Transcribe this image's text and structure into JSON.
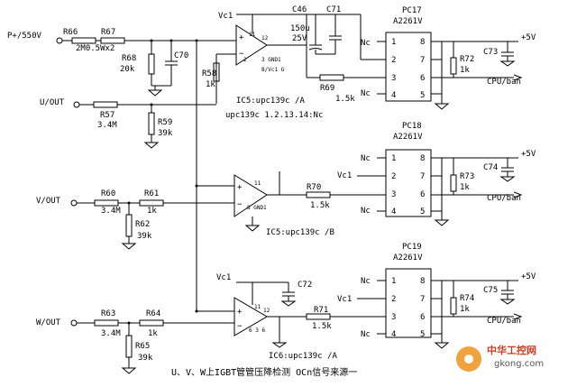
{
  "nets": {
    "p_input": "P+/550V",
    "vc1": "Vc1",
    "plus5v": "+5V",
    "nc": "Nc",
    "u_out": "U/OUT",
    "v_out": "V/OUT",
    "w_out": "W/OUT",
    "cpu_ban": "CPU/ban",
    "gnd1": "GND1",
    "vc1_g": "8/Vc1 G"
  },
  "components": {
    "R66": "R66",
    "R67": "R67",
    "R67_val": "2M0.5Wx2",
    "R68": "R68",
    "R68_val": "20k",
    "C70": "C70",
    "R58": "R58",
    "R58_val": "1k",
    "R57": "R57",
    "R57_val": "3.4M",
    "R59": "R59",
    "R59_val": "39k",
    "C46": "C46",
    "C46_val1": "150u",
    "C46_val2": "25V",
    "C71": "C71",
    "R69": "R69",
    "R69_val": "1.5k",
    "PC17": "PC17",
    "PC17_type": "A2261V",
    "R72": "R72",
    "R72_val": "1k",
    "C73": "C73",
    "PC18": "PC18",
    "PC18_type": "A2261V",
    "R73": "R73",
    "R73_val": "1k",
    "C74": "C74",
    "R60": "R60",
    "R60_val": "3.4M",
    "R61": "R61",
    "R61_val": "1k",
    "R62": "R62",
    "R62_val": "39k",
    "R70": "R70",
    "R70_val": "1.5k",
    "PC19": "PC19",
    "PC19_type": "A2261V",
    "R74": "R74",
    "R74_val": "1k",
    "C75": "C75",
    "C72": "C72",
    "R63": "R63",
    "R63_val": "3.4M",
    "R64": "R64",
    "R64_val": "1k",
    "R65": "R65",
    "R65_val": "39k",
    "R71": "R71",
    "R71_val": "1.5k"
  },
  "ic_labels": {
    "ic5a": "IC5:upc139c /A",
    "ic5_pins": "upc139c 1.2.13.14:Nc",
    "ic5b": "IC5:upc139c /B",
    "ic6a": "IC6:upc139c /A",
    "pin_3gnd": "3 GND1",
    "pin_8gnd": "8 GND1",
    "pin_63": "6 3 6"
  },
  "pins": {
    "n1": "1",
    "n2": "2",
    "n3": "3",
    "n4": "4",
    "n5": "5",
    "n6": "6",
    "n7": "7",
    "n8": "8",
    "op_11": "11",
    "op_12": "12",
    "op_2": "2"
  },
  "caption": "U、V、W上IGBT管管压降检测  OCn信号来源一",
  "watermark": {
    "cn": "中华工控网",
    "url": "gkong.com"
  },
  "colors": {
    "wire": "#000000",
    "background": "#ffffff",
    "watermark": "#f0a23c"
  }
}
